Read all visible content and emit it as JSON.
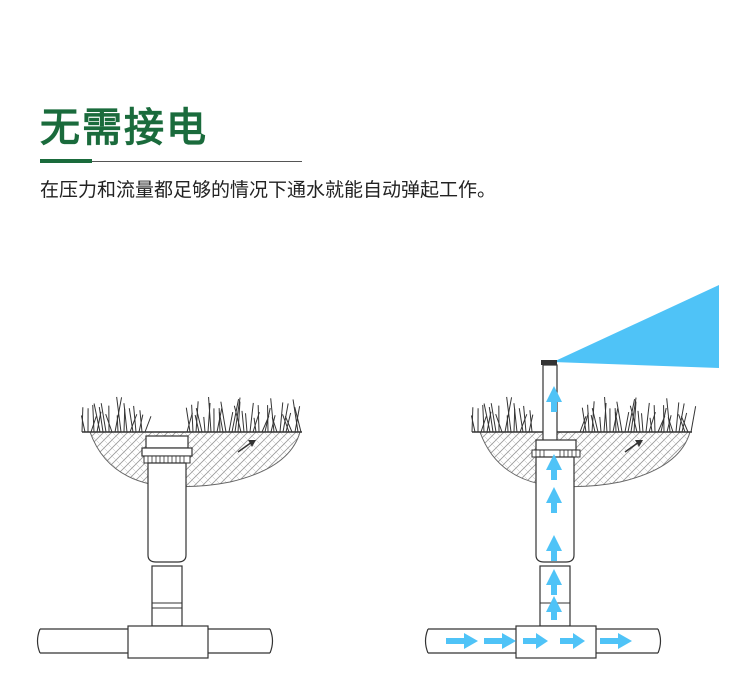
{
  "header": {
    "title": "无需接电",
    "subtitle": "在压力和流量都足够的情况下通水就能自动弹起工作。"
  },
  "colors": {
    "title": "#1a6b3c",
    "accent": "#1a6b3c",
    "rule": "#555555",
    "water": "#4fc3f7",
    "outline": "#333333"
  },
  "figures": [
    {
      "name": "sprinkler-idle",
      "state": "retracted",
      "water_flow": false
    },
    {
      "name": "sprinkler-active",
      "state": "popped-up",
      "water_flow": true
    }
  ]
}
